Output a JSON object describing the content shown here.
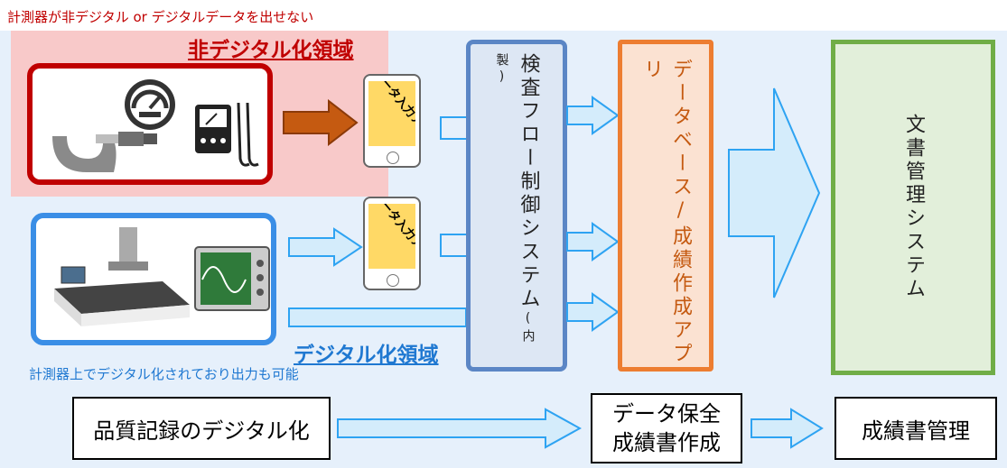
{
  "header": {
    "note": "計測器が非デジタル or デジタルデータを出せない"
  },
  "non_digital": {
    "title": "非デジタル化領域"
  },
  "digital": {
    "title": "デジタル化領域",
    "note": "計測器上でデジタル化されており出力も可能"
  },
  "tablet_app_label": "データ入力アプリ",
  "inspection_flow": {
    "label": "検査フロー制御システム",
    "suffix": "(内製)"
  },
  "database_app": {
    "label": "データベース/成績作成アプリ"
  },
  "doc_mgmt": {
    "label": "文書管理システム"
  },
  "bottom": {
    "quality_record": "品質記録のデジタル化",
    "data_preservation": "データ保全\n成績書作成",
    "report_mgmt": "成績書管理"
  },
  "colors": {
    "non_digital_bg": "#f8c9c9",
    "non_digital_border": "#c00000",
    "digital_bg": "#e6f0fb",
    "digital_border": "#3a8ee6",
    "flow_bg": "#dde7f4",
    "flow_border": "#5b86c5",
    "db_bg": "#fbe2d2",
    "db_border": "#ed7d31",
    "doc_bg": "#e2efda",
    "doc_border": "#70ad47",
    "arrow_outline": "#2ea3f2",
    "arrow_fill": "#d4ecfb",
    "red_arrow": "#c55a11",
    "tablet_screen": "#ffd966"
  }
}
